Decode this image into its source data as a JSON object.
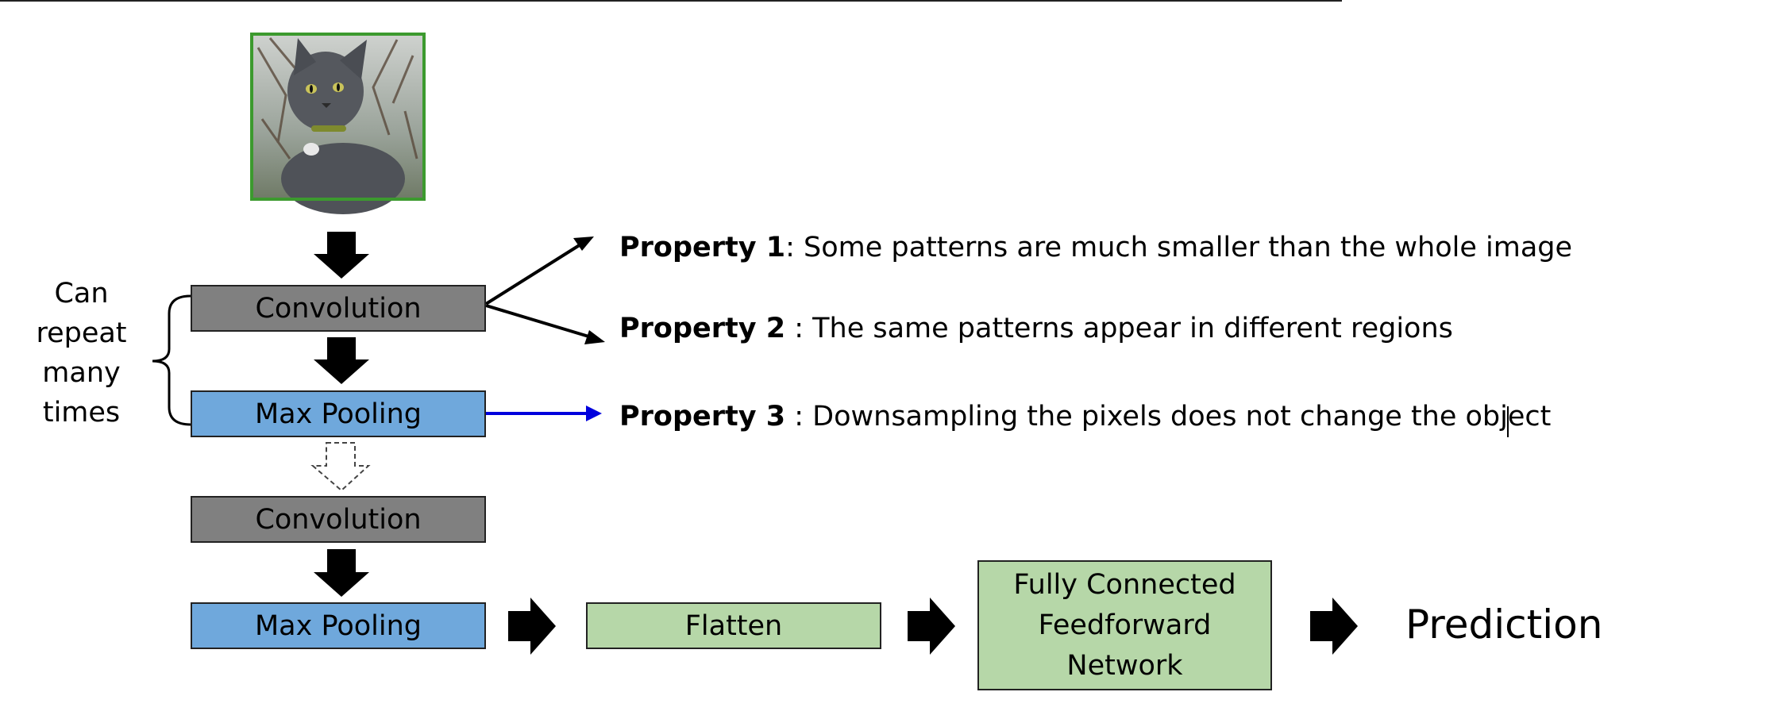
{
  "image_alt": "cat",
  "blocks": {
    "conv1": "Convolution",
    "pool1": "Max Pooling",
    "conv2": "Convolution",
    "pool2": "Max Pooling",
    "flatten": "Flatten",
    "fc": [
      "Fully Connected",
      "Feedforward",
      "Network"
    ]
  },
  "side_label": [
    "Can",
    "repeat",
    "many",
    "times"
  ],
  "properties": [
    {
      "label": "Property 1",
      "text": ": Some patterns are much smaller than the whole image"
    },
    {
      "label": "Property 2",
      "text": " : The same patterns appear in different regions"
    },
    {
      "label": "Property 3",
      "text": " : Downsampling the pixels does not change the object"
    }
  ],
  "prediction": "Prediction",
  "colors": {
    "convolution": "#808080",
    "max_pooling": "#6fa8dc",
    "dense": "#b6d7a8",
    "image_border": "#3c9a2e",
    "pool_arrow": "#0000dd"
  }
}
